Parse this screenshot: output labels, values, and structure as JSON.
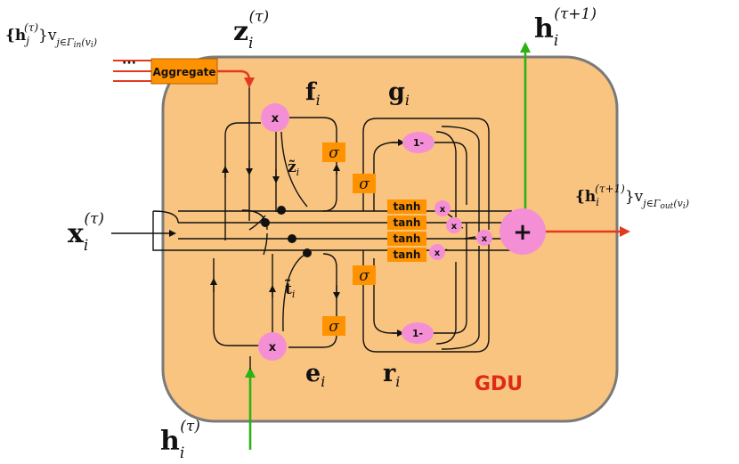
{
  "labels": {
    "neighbors_in": "{h",
    "neighbors_in_j": "j",
    "neighbors_in_tau": "(τ)",
    "neighbors_in_sub": "}v",
    "neighbors_in_sub2": "j",
    "neighbors_in_sub3": "∈Γ",
    "neighbors_in_sub4": "in",
    "neighbors_in_sub5": "(v",
    "neighbors_in_sub6": "i",
    "neighbors_in_sub7": ")",
    "z_main": "z",
    "z_sub": "i",
    "z_sup": "(τ)",
    "h_out_main": "h",
    "h_out_sub": "i",
    "h_out_sup": "(τ+1)",
    "x_main": "x",
    "x_sub": "i",
    "x_sup": "(τ)",
    "h_in_main": "h",
    "h_in_sub": "i",
    "h_in_sup": "(τ)",
    "out_main": "{h",
    "out_sub": "i",
    "out_sup": "(τ+1)",
    "out_set": "}v",
    "out_set2": "j",
    "out_set3": "∈Γ",
    "out_set4": "out",
    "out_set5": "(v",
    "out_set6": "i",
    "out_set7": ")",
    "f_main": "f",
    "f_sub": "i",
    "g_main": "g",
    "g_sub": "i",
    "e_main": "e",
    "e_sub": "i",
    "r_main": "r",
    "r_sub": "i",
    "zt_main": "z̃",
    "zt_sub": "i",
    "tt_main": "t̃",
    "tt_sub": "i"
  },
  "blocks": {
    "aggregate": "Aggregate",
    "ellipsis": "···",
    "gdu": "GDU",
    "sigma": "σ",
    "tanh": "tanh",
    "mult": "x",
    "one_minus": "1-",
    "plus": "+"
  },
  "colors": {
    "unit_fill": "#f9c47f",
    "unit_stroke": "#7a7a7a",
    "orange_block": "#ff9200",
    "pink": "#f48fd6",
    "red_arrow": "#e23a1f",
    "green_arrow": "#2cb214",
    "gdu_text": "#e02a17"
  }
}
